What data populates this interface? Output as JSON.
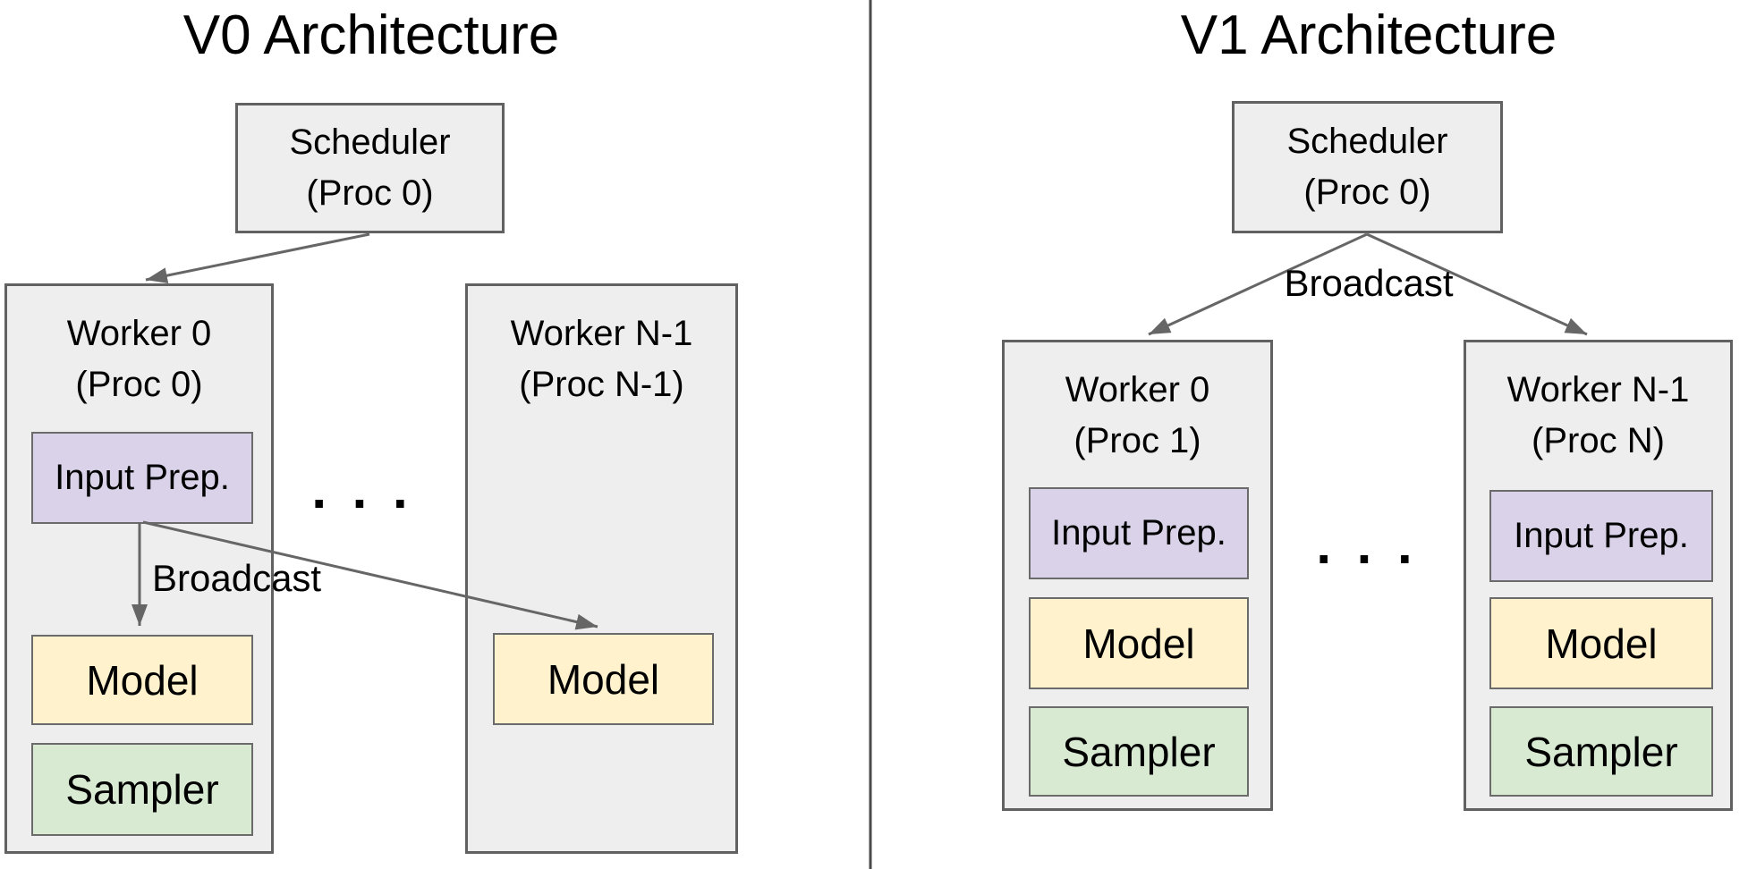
{
  "diagram": {
    "v0": {
      "title": "V0 Architecture",
      "scheduler": {
        "line1": "Scheduler",
        "line2": "(Proc 0)"
      },
      "broadcast_label": "Broadcast",
      "ellipsis": ". . .",
      "worker0": {
        "line1": "Worker 0",
        "line2": "(Proc 0)",
        "input_prep": "Input Prep.",
        "model": "Model",
        "sampler": "Sampler"
      },
      "workerN": {
        "line1": "Worker N-1",
        "line2": "(Proc N-1)",
        "model": "Model"
      }
    },
    "v1": {
      "title": "V1 Architecture",
      "scheduler": {
        "line1": "Scheduler",
        "line2": "(Proc 0)"
      },
      "broadcast_label": "Broadcast",
      "ellipsis": ". . .",
      "worker0": {
        "line1": "Worker 0",
        "line2": "(Proc 1)",
        "input_prep": "Input Prep.",
        "model": "Model",
        "sampler": "Sampler"
      },
      "workerN": {
        "line1": "Worker N-1",
        "line2": "(Proc N)",
        "input_prep": "Input Prep.",
        "model": "Model",
        "sampler": "Sampler"
      }
    },
    "colors": {
      "container_fill": "#eeeeee",
      "container_border": "#616161",
      "input_prep_fill": "#d9d2e9",
      "model_fill": "#fff2cc",
      "sampler_fill": "#d9ead3",
      "arrow": "#666666",
      "divider": "#4a4a4a",
      "text": "#000000"
    }
  }
}
